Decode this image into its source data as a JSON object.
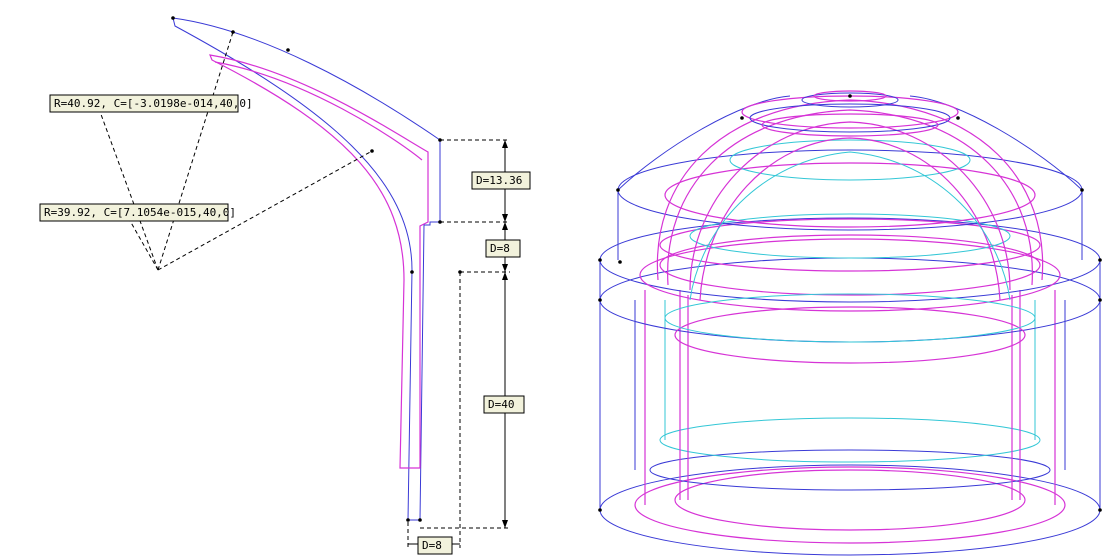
{
  "profile": {
    "annotations": [
      {
        "id": "radius-outer",
        "text": "R=40.92, C=[-3.0198e-014,40,0]"
      },
      {
        "id": "radius-inner",
        "text": "R=39.92, C=[7.1054e-015,40,0]"
      }
    ],
    "dimensions": [
      {
        "id": "dim-13-36",
        "text": "D=13.36"
      },
      {
        "id": "dim-8-a",
        "text": "D=8"
      },
      {
        "id": "dim-40",
        "text": "D=40"
      },
      {
        "id": "dim-8-b",
        "text": "D=8"
      }
    ]
  },
  "colors": {
    "outer_edge": "#3a3ad6",
    "inner_edge": "#d633d6",
    "hidden_edge": "#33c7d6",
    "label_bg": "#f2f2dc"
  }
}
